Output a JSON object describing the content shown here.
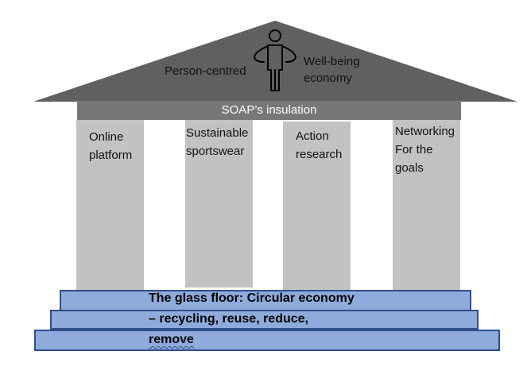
{
  "roof": {
    "left_label": "Person-centred",
    "right_label_line1": "Well-being",
    "right_label_line2": "economy",
    "icon": "person-icon",
    "fill_color": "#606060"
  },
  "beam": {
    "label": "SOAP’s insulation",
    "fill_color": "#777777"
  },
  "pillars": [
    {
      "line1": "Online",
      "line2": "platform"
    },
    {
      "line1": "Sustainable",
      "line2": "sportswear"
    },
    {
      "line1": "Action",
      "line2": "research"
    },
    {
      "line1": "Networking",
      "line2": "For the",
      "line3": "goals"
    }
  ],
  "pillar_color": "#c2c2c2",
  "floor": {
    "line1": "The glass floor: Circular economy",
    "line2": "– recycling, reuse, reduce,",
    "line3": "remove",
    "fill_color": "#8fabdc",
    "border_color": "#2f4f8a"
  }
}
